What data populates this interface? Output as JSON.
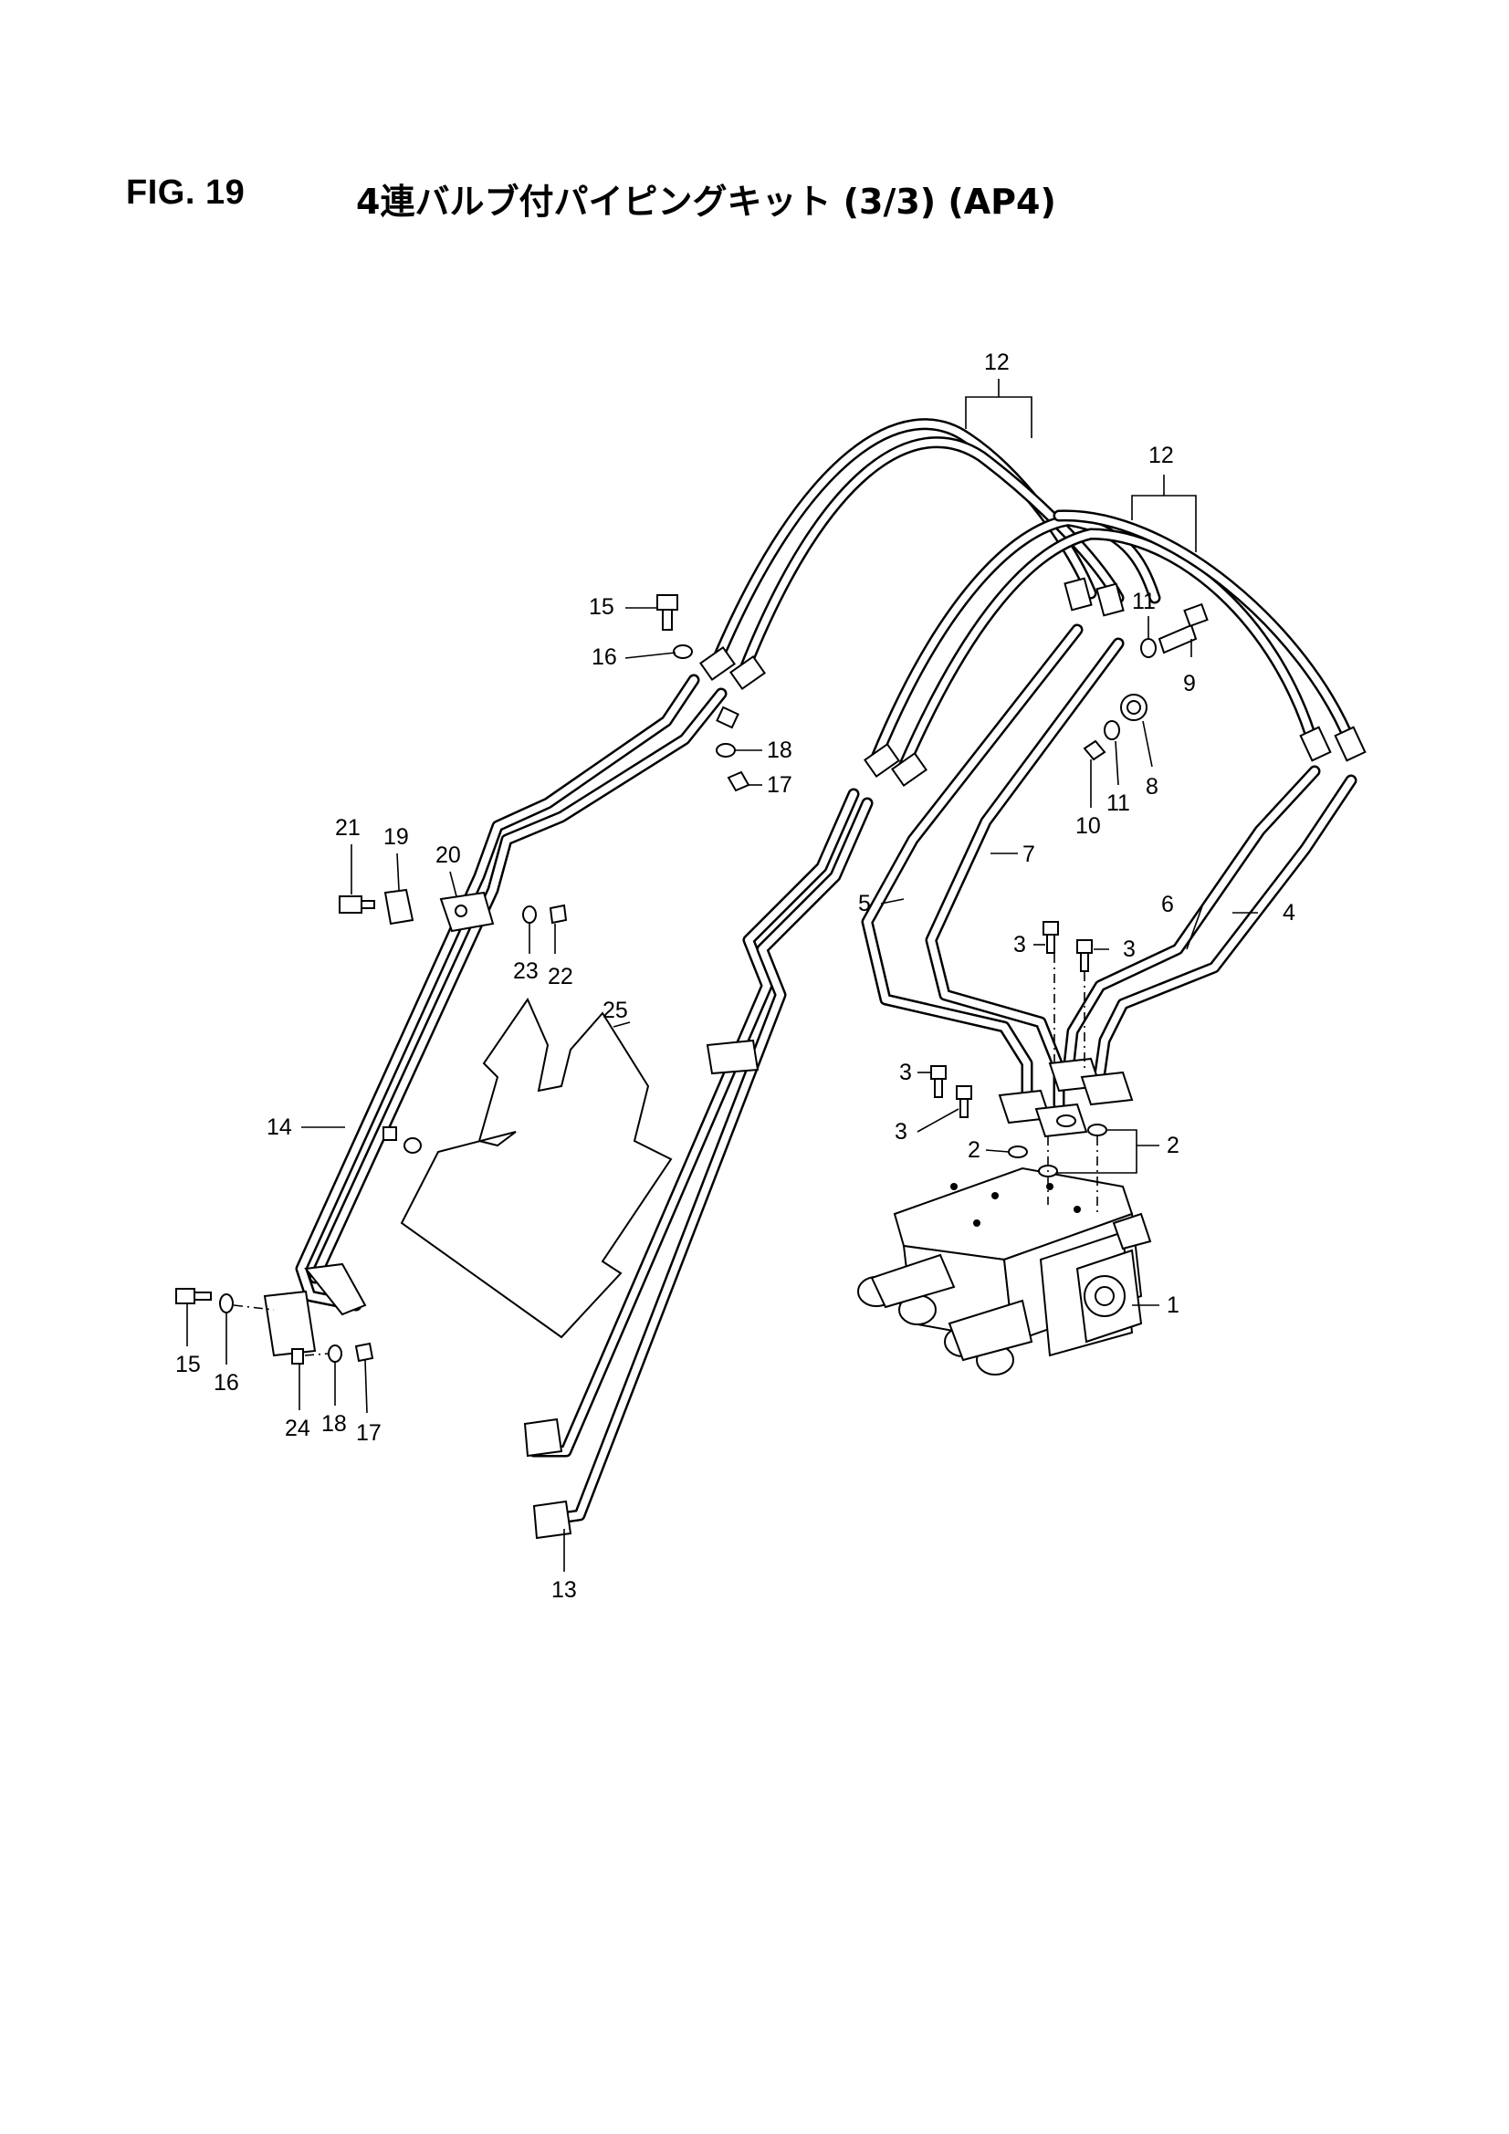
{
  "header": {
    "figure_number": "FIG. 19",
    "title": "4連バルブ付パイピングキット (3/3) (AP4)"
  },
  "callouts": {
    "c1": "1",
    "c2a": "2",
    "c2b": "2",
    "c3a": "3",
    "c3b": "3",
    "c3c": "3",
    "c3d": "3",
    "c4": "4",
    "c5": "5",
    "c6": "6",
    "c7": "7",
    "c8": "8",
    "c9": "9",
    "c10": "10",
    "c11a": "11",
    "c11b": "11",
    "c12a": "12",
    "c12b": "12",
    "c13": "13",
    "c14": "14",
    "c15a": "15",
    "c15b": "15",
    "c16a": "16",
    "c16b": "16",
    "c17a": "17",
    "c17b": "17",
    "c18a": "18",
    "c18b": "18",
    "c19": "19",
    "c20": "20",
    "c21": "21",
    "c22": "22",
    "c23": "23",
    "c24": "24",
    "c25": "25"
  }
}
